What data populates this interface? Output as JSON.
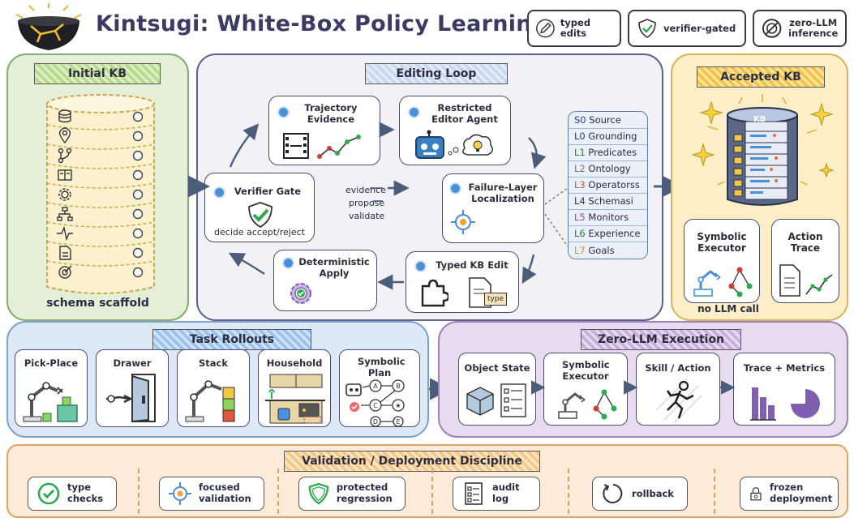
{
  "header": {
    "title": "Kintsugi: White-Box Policy Learning",
    "badges": [
      {
        "label": "typed edits",
        "icon": "pencil-icon"
      },
      {
        "label": "verifier-gated",
        "icon": "shield-check-icon"
      },
      {
        "label": "zero-LLM inference",
        "icon": "no-symbol-icon"
      }
    ]
  },
  "initial_kb": {
    "title": "Initial KB",
    "footer": "schema scaffold",
    "rows": [
      "database-icon",
      "pin-icon",
      "branch-icon",
      "book-icon",
      "gear-icon",
      "hierarchy-icon",
      "pulse-icon",
      "document-icon",
      "target-icon"
    ]
  },
  "editing_loop": {
    "title": "Editing Loop",
    "trajectory": "Trajectory Evidence",
    "editor": "Restricted Editor Agent",
    "verifier": "Verifier Gate",
    "verifier_sub": "decide accept/reject",
    "failure": "Failure-Layer Localization",
    "typed_edit": "Typed KB Edit",
    "type_tag": "type",
    "apply": "Deterministic Apply",
    "flow": [
      "evidence",
      "propose",
      "validate"
    ],
    "layers": [
      {
        "code": "S0",
        "name": "Source",
        "color": "#2a3e8a"
      },
      {
        "code": "L0",
        "name": "Grounding",
        "color": "#2a3e8a"
      },
      {
        "code": "L1",
        "name": "Predicates",
        "color": "#2e7d32"
      },
      {
        "code": "L2",
        "name": "Ontology",
        "color": "#8d6e63"
      },
      {
        "code": "L3",
        "name": "Operatorss",
        "color": "#c45a3a"
      },
      {
        "code": "L4",
        "name": "Schemasi",
        "color": "#333344"
      },
      {
        "code": "L5",
        "name": "Monitors",
        "color": "#9c4a8a"
      },
      {
        "code": "L6",
        "name": "Experience",
        "color": "#2e7d32"
      },
      {
        "code": "L7",
        "name": "Goals",
        "color": "#d4902a"
      }
    ]
  },
  "accepted_kb": {
    "title": "Accepted KB",
    "kb_label": "KB",
    "symbolic_executor": "Symbolic Executor",
    "action_trace": "Action Trace",
    "footer": "no LLM call"
  },
  "task_rollouts": {
    "title": "Task Rollouts",
    "tasks": [
      "Pick-Place",
      "Drawer",
      "Stack",
      "Household",
      "Symbolic Plan"
    ]
  },
  "zero_llm": {
    "title": "Zero-LLM Execution",
    "cards": [
      "Object State",
      "Symbolic Executor",
      "Skill / Action",
      "Trace + Metrics"
    ]
  },
  "validation": {
    "title": "Validation / Deployment Discipline",
    "items": [
      "type checks",
      "focused validation",
      "protected regression",
      "audit log",
      "rollback",
      "frozen deployment"
    ]
  },
  "colors": {
    "green_panel": "#e3efd7",
    "loop_panel": "#f2f2f6",
    "yellow_panel": "#fcefc8",
    "blue_panel": "#dde9f6",
    "purple_panel": "#e7dcef",
    "orange_panel": "#fdebd9",
    "accent_blue": "#4a90d9",
    "check_green": "#2fa84f"
  }
}
